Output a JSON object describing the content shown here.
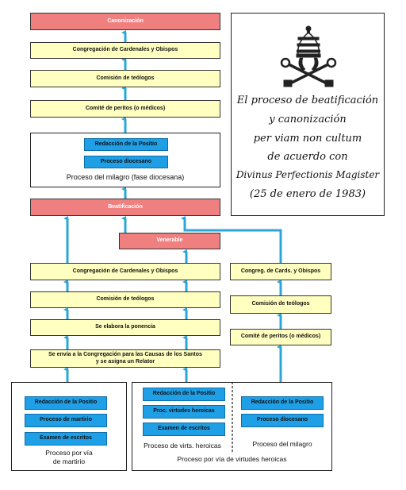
{
  "colors": {
    "arrow": "#2aa7d8",
    "yellow_box": "#ffffc0",
    "red_box": "#f08080",
    "blue_box": "#1e9fe6"
  },
  "main_column": {
    "canonization": "Canonización",
    "congregation_top": "Congregación de Cardenales  y Obispos",
    "theologians_top": "Comisión de teólogos",
    "experts_top": "Comité de peritos (o médicos)",
    "miracle_box": {
      "item1": "Redacción de la Positio",
      "item2": "Proceso diocesano",
      "caption": "Proceso del milagro (fase diocesana)"
    },
    "beatification": "Beatificación",
    "venerable": "Venerable",
    "congregation_mid": "Congregación de Cardenales y Obispos",
    "theologians_mid": "Comisión de teólogos",
    "ponencia": "Se elabora la ponencia",
    "sent_line1": "Se envía a la Congregación para las Causas de los Santos",
    "sent_line2": "y se asigna un Relator"
  },
  "right_column": {
    "congregation": "Congreg. de Cards.  y Obispos",
    "theologians": "Comisión de teólogos",
    "experts": "Comité de peritos (o médicos)"
  },
  "martyrdom": {
    "item1": "Redacción de la Positio",
    "item2": "Proceso de martirio",
    "item3": "Examen de escritos",
    "caption_line1": "Proceso por vía",
    "caption_line2": "de martirio"
  },
  "virtues": {
    "item1": "Redacción de la Positio",
    "item2": "Proc.  virtudes heroicas",
    "item3": "Examen de escritos",
    "sub_caption": "Proceso de virts. heroicas",
    "miracle_item1": "Redacción de la Positio",
    "miracle_item2": "Proceso diocesano",
    "miracle_caption": "Proceso del milagro",
    "caption": "Proceso por vía de virtudes heroicas"
  },
  "title_panel": {
    "emblem": "papal-keys-tiara-emblem",
    "line1": "El proceso de beatificación",
    "line2": "y canonización",
    "line3": "per viam non cultum",
    "line4": "de acuerdo con",
    "line5": "Divinus Perfectionis Magister",
    "line6": "(25 de enero de 1983)"
  }
}
